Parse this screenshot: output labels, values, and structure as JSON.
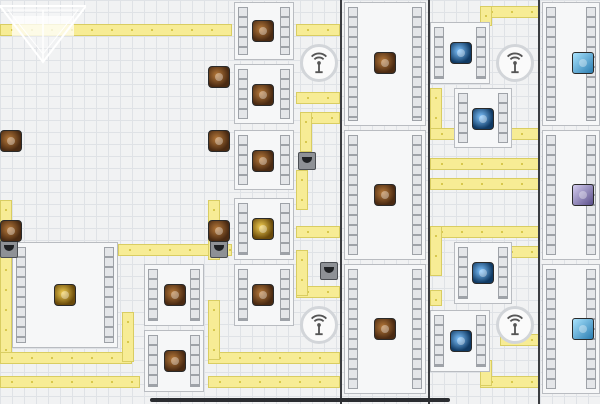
{
  "game": {
    "logo_icon": "game-logo-emblem",
    "colors": {
      "belt": "#f7ec95",
      "machine": "#f6f7f8",
      "copper": "#8a5226",
      "gold": "#e2b530",
      "blue": "#2f7fc4",
      "purple": "#7a6ea8"
    },
    "resources": [
      "copper",
      "gold",
      "blue",
      "ice",
      "purple"
    ],
    "hub_icon": "radio-antenna-icon",
    "plate_icon": "output-plate-icon"
  }
}
